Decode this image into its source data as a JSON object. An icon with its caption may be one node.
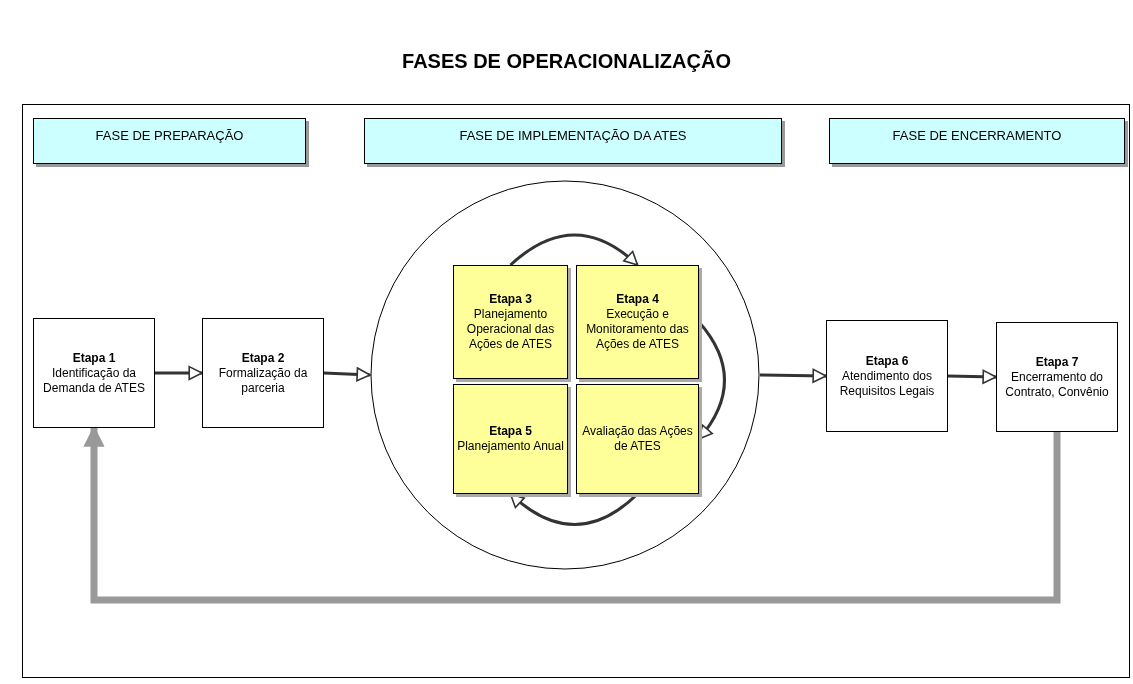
{
  "diagram": {
    "title": "FASES DE OPERACIONALIZAÇÃO",
    "nodes": [
      {
        "text": [
          "FASE DE PREPARAÇÃO"
        ]
      },
      {
        "text": [
          "FASE DE IMPLEMENTAÇÃO DA ATES"
        ]
      },
      {
        "text": [
          "FASE DE ENCERRAMENTO"
        ]
      },
      {
        "text": [
          "Etapa 1",
          "Identificação da Demanda de ATES"
        ]
      },
      {
        "text": [
          "Etapa 2",
          "Formalização da parceria"
        ]
      },
      {
        "text": [],
        "shape": "circle"
      },
      {
        "text": [
          "Etapa 3",
          "Planejamento Operacional das Ações de ATES"
        ],
        "in": 5
      },
      {
        "text": [
          "Etapa 4",
          "Execução e Monitoramento das Ações de ATES"
        ],
        "in": 5
      },
      {
        "text": [
          "Etapa 5",
          "Planejamento Anual"
        ],
        "in": 5
      },
      {
        "text": [
          "Avaliação das Ações de ATES"
        ],
        "in": 5
      },
      {
        "text": [
          "Etapa 6",
          "Atendimento dos Requisitos Legais"
        ]
      },
      {
        "text": [
          "Etapa 7",
          "Encerramento do Contrato, Convênio"
        ]
      }
    ],
    "edges": [
      {
        "from": 3,
        "to": 4,
        "arrow": "to"
      },
      {
        "from": 4,
        "to": 5,
        "arrow": "to"
      },
      {
        "from": 5,
        "to": 10,
        "arrow": "to"
      },
      {
        "from": 10,
        "to": 11,
        "arrow": "to"
      },
      {
        "from": 6,
        "to": 7,
        "arrow": "to"
      },
      {
        "from": 7,
        "to": 9,
        "arrow": "to"
      },
      {
        "from": 9,
        "to": 8,
        "arrow": "to"
      },
      {
        "from": 11,
        "to": 3,
        "arrow": "to",
        "style": "thick",
        "color": "#999999"
      }
    ]
  }
}
